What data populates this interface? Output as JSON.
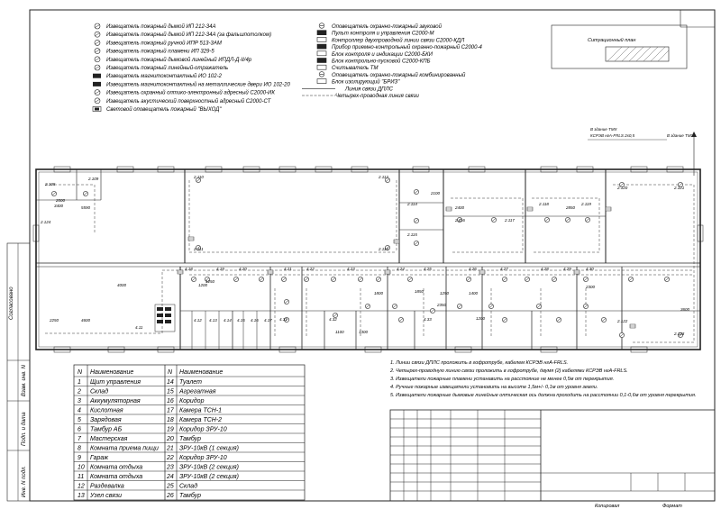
{
  "legend_left": [
    "Извещатель пожарный дымой ИП 212-34А",
    "Извещатель пожарный дымой ИП 212-34А (за фальшпотолком)",
    "Извещатель пожарный ручной ИПР 513-3АМ",
    "Извещатель пожарный пламени ИП 329-5",
    "Извещатель пожарный дымовой линейный ИПДЛ-Д-II/4р",
    "Извещатель пожарный линейный-отражатель",
    "Извещатель магнитоконтактный ИО 102-2",
    "Извещатель магнитоконтактный на металлические двери ИО 102-20",
    "Извещатель охранный оптико-электронный адресный С2000-ИК",
    "Извещатель акустический поверхностный адресный С2000-СТ",
    "Световой оповещатель пожарный \"ВЫХОД\""
  ],
  "legend_right": [
    "Оповещатель охранно-пожарный звуковой",
    "Пульт контроля и управления С2000-М",
    "Контроллер двухпроводной линии связи С2000-КДЛ",
    "Прибор приемно-контрольный охранно-пожарный С2000-4",
    "Блок контроля и индикации С2000-БКИ",
    "Блок контрольно-пусковой С2000-КПБ",
    "Считыватель ТМ",
    "Оповещатель охранно-пожарный комбинированный",
    "Блок изолирующий \"БРИЗ\"",
    "Линия связи ДПЛС",
    "Четырех-проводная линия связи"
  ],
  "situation_plan": "Ситуационный план",
  "cable_note": "В здание ТМХ\nКСРЭВ нгА-FRLS 2х0,5",
  "arrow_label": "В здание ТМХ",
  "rooms_top": [
    "2.108",
    "2.109",
    "2.110",
    "2.111",
    "2.112",
    "2.113",
    "2.114",
    "2.115",
    "2.116",
    "2.117",
    "2.118",
    "2.119",
    "2.120",
    "2.121",
    "2.122",
    "2.123",
    "2.124"
  ],
  "rooms_bottom": [
    "4.11",
    "4.12",
    "4.13",
    "4.14",
    "4.15",
    "4.16",
    "4.17",
    "4.18",
    "4.19",
    "4.20",
    "4.21",
    "4.22",
    "4.23",
    "4.24",
    "4.25",
    "4.26",
    "4.27",
    "4.28",
    "4.29",
    "4.30",
    "4.31",
    "4.32",
    "4.33"
  ],
  "dims": [
    "3400",
    "2000",
    "1200",
    "1250",
    "2100",
    "2400",
    "2850",
    "1850",
    "1100",
    "1300",
    "1800",
    "1250",
    "1400",
    "1200",
    "2350",
    "2300",
    "4000",
    "4600",
    "5590",
    "2250",
    "3600"
  ],
  "notes": [
    "1. Линии связи ДПЛС проложить в гофротрубе, кабелем КСРЭВ нгА-FRLS.",
    "2. Четырех-проводную линию связи проложить в гофротрубе, двумя (2) кабелями КСРЭВ нгА-FRLS.",
    "3. Извещатели пожарные пламени устанавить на расстояние не менее 0,5м от перекрытия.",
    "4. Ручные пожарные извещатели установить на высоте 1,5м+/- 0,1м от уровня земли.",
    "5. Извещатели пожарные дымовые линейные оптическая ось должна проходить на расстоянии 0,1-0,6м от уровня перекрытия."
  ],
  "room_table": {
    "header_n": "N",
    "header_name": "Наименование",
    "rows_left": [
      {
        "n": "1",
        "name": "Щит управления"
      },
      {
        "n": "2",
        "name": "Склад"
      },
      {
        "n": "3",
        "name": "Аккумуляторная"
      },
      {
        "n": "4",
        "name": "Кислотная"
      },
      {
        "n": "5",
        "name": "Зарядовая"
      },
      {
        "n": "6",
        "name": "Тамбур АБ"
      },
      {
        "n": "7",
        "name": "Мастерская"
      },
      {
        "n": "8",
        "name": "Комната приема пищи"
      },
      {
        "n": "9",
        "name": "Гараж"
      },
      {
        "n": "10",
        "name": "Комната отдыха"
      },
      {
        "n": "11",
        "name": "Комната отдыха"
      },
      {
        "n": "12",
        "name": "Раздевалка"
      },
      {
        "n": "13",
        "name": "Узел связи"
      }
    ],
    "rows_right": [
      {
        "n": "14",
        "name": "Туалет"
      },
      {
        "n": "15",
        "name": "Агрегатная"
      },
      {
        "n": "16",
        "name": "Коридор"
      },
      {
        "n": "17",
        "name": "Камера ТСН-1"
      },
      {
        "n": "18",
        "name": "Камера ТСН-2"
      },
      {
        "n": "19",
        "name": "Коридор ЗРУ-10"
      },
      {
        "n": "20",
        "name": "Тамбур"
      },
      {
        "n": "21",
        "name": "ЗРУ-10кВ (1 секция)"
      },
      {
        "n": "22",
        "name": "Коридор ЗРУ-10"
      },
      {
        "n": "23",
        "name": "ЗРУ-10кВ (2 секция)"
      },
      {
        "n": "24",
        "name": "ЗРУ-10кВ (2 секция)"
      },
      {
        "n": "25",
        "name": "Склад"
      },
      {
        "n": "26",
        "name": "Тамбур"
      }
    ]
  },
  "side_stamps": [
    "Согласовано",
    "Взам. инв. N",
    "Подп. и дата",
    "Инв. N подл."
  ],
  "footer": {
    "copied": "Копировал",
    "format": "Формат"
  }
}
